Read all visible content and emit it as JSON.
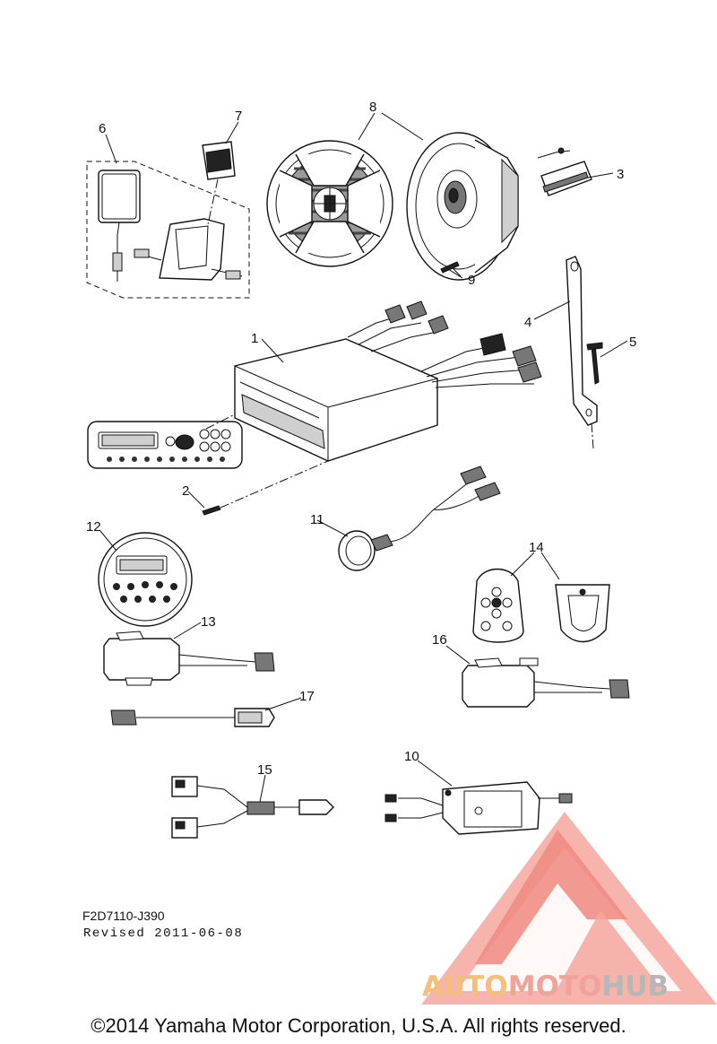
{
  "diagram": {
    "callouts": [
      "1",
      "2",
      "3",
      "4",
      "5",
      "6",
      "7",
      "8",
      "9",
      "10",
      "11",
      "12",
      "13",
      "14",
      "15",
      "16",
      "17"
    ]
  },
  "footer": {
    "ref_code": "F2D7110-J390",
    "revised": "Revised 2011-06-08",
    "copyright": "©2014 Yamaha Motor Corporation, U.S.A. All rights reserved."
  },
  "watermark": {
    "part1": "AUTO",
    "part2": "MOTO",
    "part3": "HUB",
    "colors": {
      "auto": "#f3bf7a",
      "moto": "#f0a39b",
      "hub": "#b7b7b7",
      "logo": "#f08a80"
    }
  }
}
